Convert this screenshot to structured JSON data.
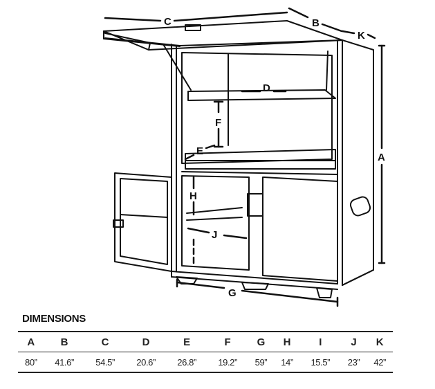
{
  "diagram": {
    "labels": {
      "A": "A",
      "B": "B",
      "C": "C",
      "D": "D",
      "E": "E",
      "F": "F",
      "G": "G",
      "H": "H",
      "J": "J",
      "K": "K"
    }
  },
  "dimensions": {
    "title": "DIMENSIONS",
    "headers": [
      "A",
      "B",
      "C",
      "D",
      "E",
      "F",
      "G",
      "H",
      "I",
      "J",
      "K"
    ],
    "values": [
      "80”",
      "41.6”",
      "54.5”",
      "20.6”",
      "26.8”",
      "19.2”",
      "59”",
      "14”",
      "15.5”",
      "23”",
      "42”"
    ]
  }
}
